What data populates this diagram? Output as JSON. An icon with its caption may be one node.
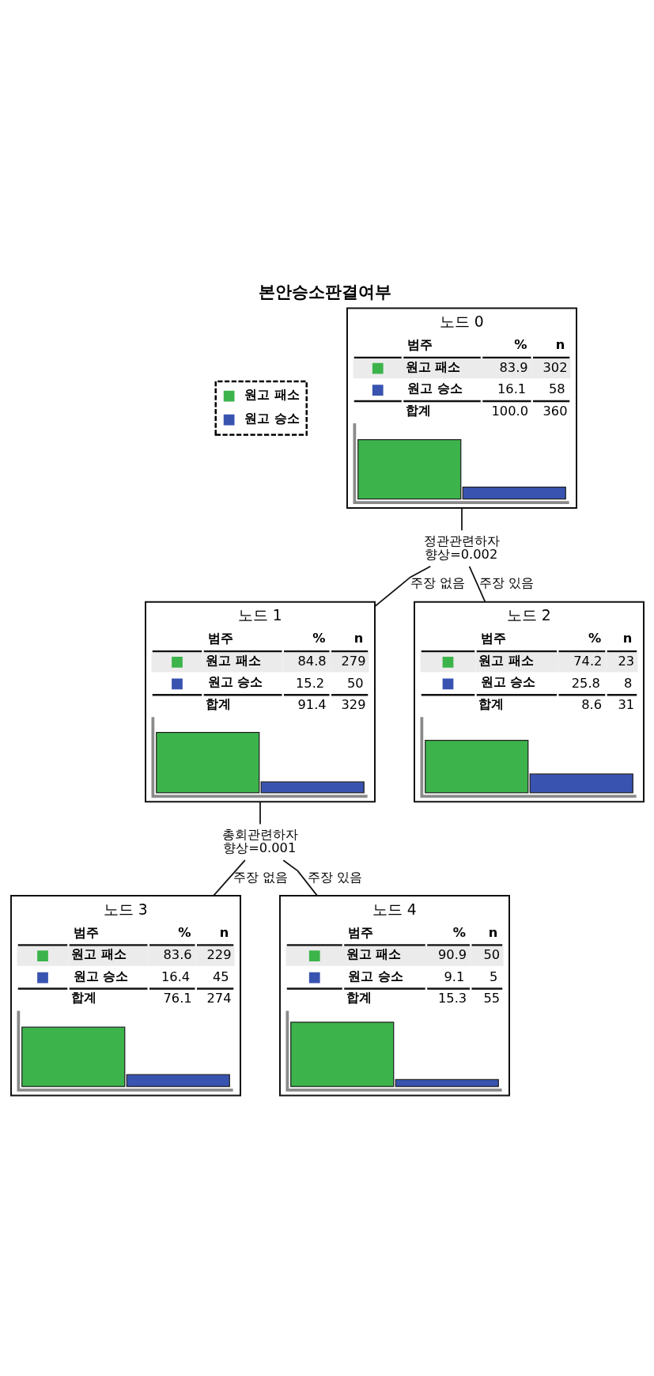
{
  "diagram": {
    "title": "본안승소판결여부",
    "nodes": [
      {
        "text": [
          "노드 0",
          "범주",
          "%",
          "n",
          "원고 패소",
          "83.9",
          "302",
          "원고 승소",
          "16.1",
          "58",
          "합계",
          "100.0",
          "360"
        ]
      },
      {
        "text": [
          "정관관련하자",
          "향상=0.002"
        ]
      },
      {
        "text": [
          "노드 1",
          "범주",
          "%",
          "n",
          "원고 패소",
          "84.8",
          "279",
          "원고 승소",
          "15.2",
          "50",
          "합계",
          "91.4",
          "329"
        ]
      },
      {
        "text": [
          "노드 2",
          "범주",
          "%",
          "n",
          "원고 패소",
          "74.2",
          "23",
          "원고 승소",
          "25.8",
          "8",
          "합계",
          "8.6",
          "31"
        ]
      },
      {
        "text": [
          "총회관련하자",
          "향상=0.001"
        ]
      },
      {
        "text": [
          "노드 3",
          "범주",
          "%",
          "n",
          "원고 패소",
          "83.6",
          "229",
          "원고 승소",
          "16.4",
          "45",
          "합계",
          "76.1",
          "274"
        ]
      },
      {
        "text": [
          "노드 4",
          "범주",
          "%",
          "n",
          "원고 패소",
          "90.9",
          "50",
          "원고 승소",
          "9.1",
          "5",
          "합계",
          "15.3",
          "55"
        ]
      }
    ],
    "edges": [
      {
        "from": 0,
        "to": 1,
        "arrow": "none"
      },
      {
        "from": 1,
        "to": 2,
        "arrow": "none",
        "label": "주장 없음"
      },
      {
        "from": 1,
        "to": 3,
        "arrow": "none",
        "label": "주장 있음"
      },
      {
        "from": 2,
        "to": 4,
        "arrow": "none"
      },
      {
        "from": 4,
        "to": 5,
        "arrow": "none",
        "label": "주장 없음"
      },
      {
        "from": 4,
        "to": 6,
        "arrow": "none",
        "label": "주장 있음"
      }
    ],
    "legend": [
      {
        "text": "원고 패소",
        "color": "#3cb44b"
      },
      {
        "text": "원고 승소",
        "color": "#3953b0"
      }
    ]
  }
}
